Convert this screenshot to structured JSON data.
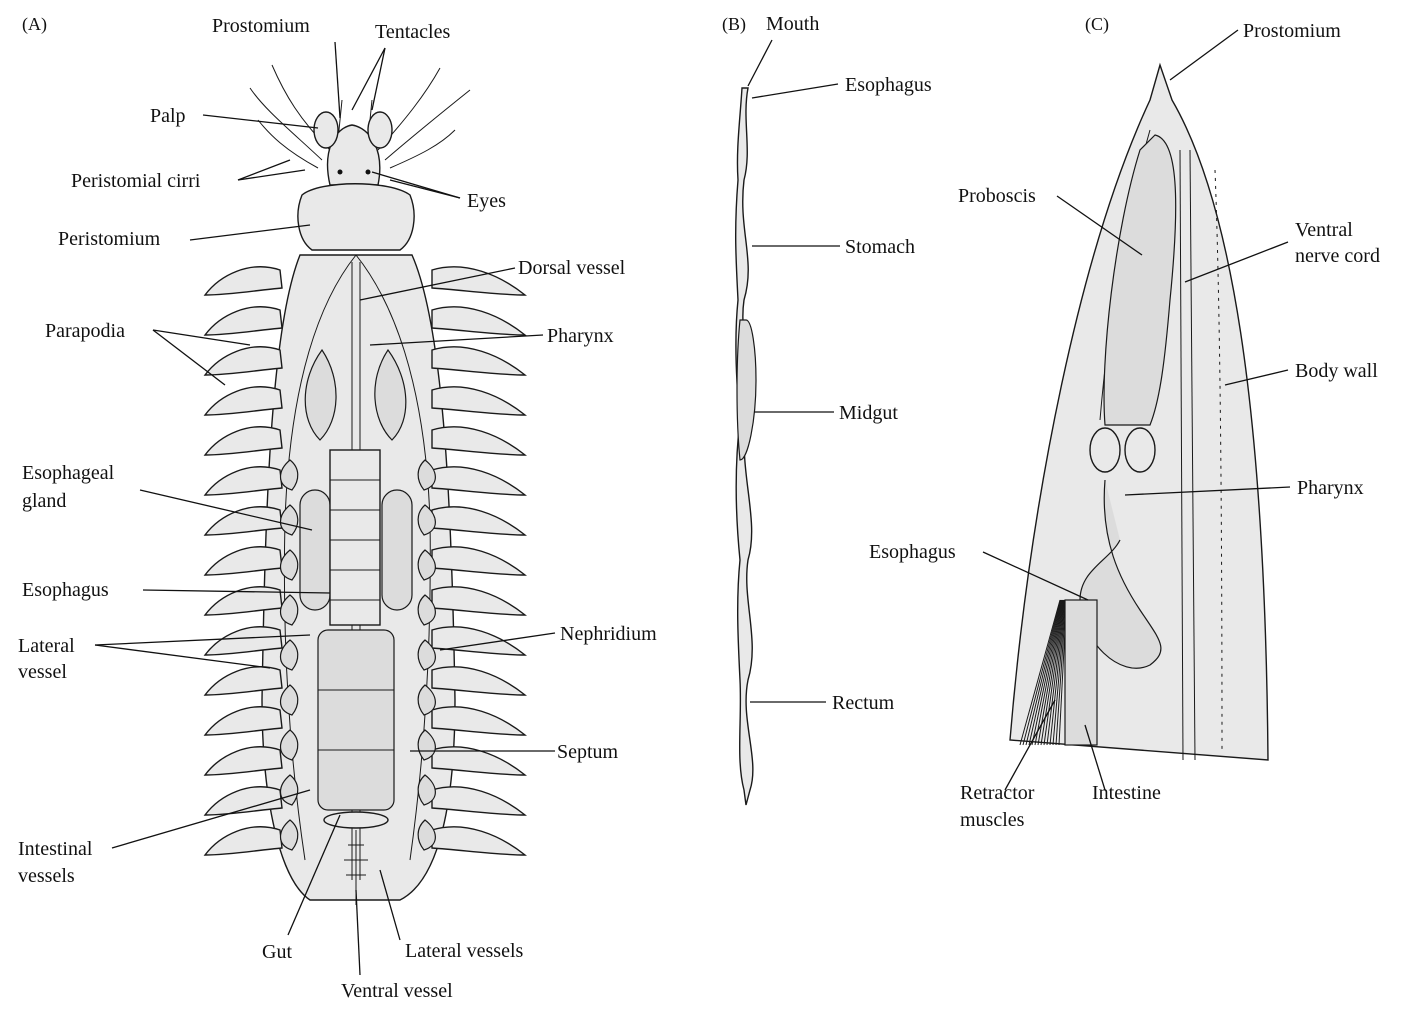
{
  "panels": [
    {
      "id": "A",
      "label": "(A)",
      "labels": {
        "prostomium": "Prostomium",
        "tentacles": "Tentacles",
        "palp": "Palp",
        "peristomial_cirri": "Peristomial cirri",
        "eyes": "Eyes",
        "peristomium": "Peristomium",
        "dorsal_vessel": "Dorsal vessel",
        "parapodia": "Parapodia",
        "pharynx": "Pharynx",
        "esophageal_gland_1": "Esophageal",
        "esophageal_gland_2": "gland",
        "esophagus": "Esophagus",
        "lateral_vessel_1": "Lateral",
        "lateral_vessel_2": "vessel",
        "nephridium": "Nephridium",
        "septum": "Septum",
        "intestinal_vessels_1": "Intestinal",
        "intestinal_vessels_2": "vessels",
        "gut": "Gut",
        "lateral_vessels": "Lateral vessels",
        "ventral_vessel": "Ventral vessel"
      }
    },
    {
      "id": "B",
      "label": "(B)",
      "labels": {
        "mouth": "Mouth",
        "esophagus": "Esophagus",
        "stomach": "Stomach",
        "midgut": "Midgut",
        "rectum": "Rectum"
      }
    },
    {
      "id": "C",
      "label": "(C)",
      "labels": {
        "prostomium": "Prostomium",
        "proboscis": "Proboscis",
        "ventral_nerve_cord_1": "Ventral",
        "ventral_nerve_cord_2": "nerve cord",
        "body_wall": "Body wall",
        "pharynx": "Pharynx",
        "esophagus": "Esophagus",
        "retractor_muscles_1": "Retractor",
        "retractor_muscles_2": "muscles",
        "intestine": "Intestine"
      }
    }
  ]
}
